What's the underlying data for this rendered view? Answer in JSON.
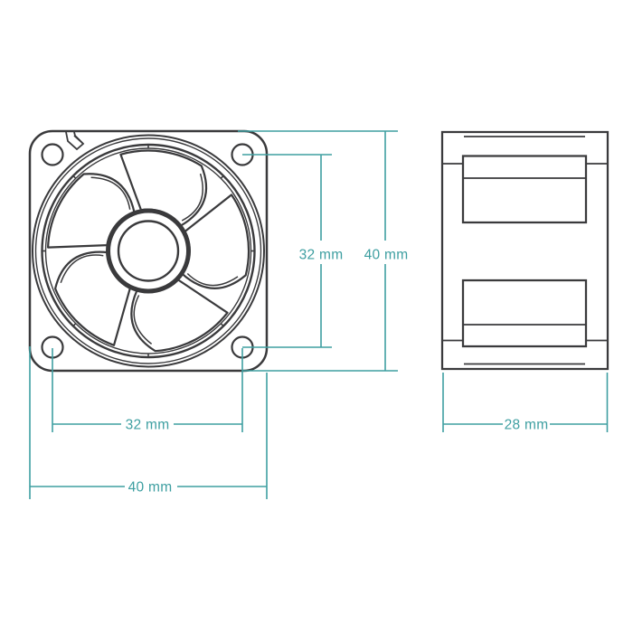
{
  "diagram": {
    "type": "technical-drawing",
    "subject": "40 mm axial cooling fan, front view and side view with dimensions",
    "colors": {
      "line": "#3a3a3c",
      "dimension": "#3e9fa1",
      "background": "#ffffff"
    },
    "dimensions": {
      "front_hole_spacing_vertical": "32 mm",
      "front_height": "40 mm",
      "front_hole_spacing_horizontal": "32 mm",
      "front_width": "40 mm",
      "side_depth": "28 mm"
    }
  }
}
